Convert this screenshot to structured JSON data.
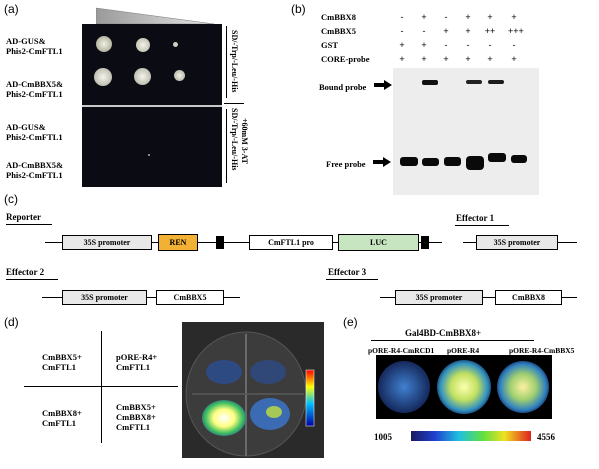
{
  "panels": {
    "a": "(a)",
    "b": "(b)",
    "c": "(c)",
    "d": "(d)",
    "e": "(e)"
  },
  "panel_a": {
    "rows": [
      {
        "label_line1": "AD-GUS&",
        "label_line2": "Phis2-CmFTL1"
      },
      {
        "label_line1": "AD-CmBBX5&",
        "label_line2": "Phis2-CmFTL1"
      },
      {
        "label_line1": "AD-GUS&",
        "label_line2": "Phis2-CmFTL1"
      },
      {
        "label_line1": "AD-CmBBX5&",
        "label_line2": "Phis2-CmFTL1"
      }
    ],
    "media_top": "SD/-Trp/-Leu/-His",
    "media_bottom_1": "SD/-Trp/-Leu/-His",
    "media_bottom_2": "+60mM 3-AT"
  },
  "panel_b": {
    "row_labels": [
      "CmBBX8",
      "CmBBX5",
      "GST",
      "CORE-probe"
    ],
    "lanes": [
      [
        "-",
        "+",
        "-",
        "+",
        "+",
        "+",
        "",
        ""
      ],
      [
        "-",
        "-",
        "+",
        "+",
        "++",
        "+++",
        "",
        ""
      ],
      [
        "+",
        "+",
        "-",
        "-",
        "-",
        "-",
        "",
        ""
      ],
      [
        "+",
        "+",
        "+",
        "+",
        "+",
        "+",
        "",
        ""
      ]
    ],
    "bound_label": "Bound probe",
    "free_label": "Free probe"
  },
  "panel_c": {
    "reporter": "Reporter",
    "effector1": "Effector 1",
    "effector2": "Effector 2",
    "effector3": "Effector 3",
    "p35s": "35S promoter",
    "ren": "REN",
    "ftl1_pro": "CmFTL1 pro",
    "luc": "LUC",
    "cmbbx5": "CmBBX5",
    "cmbbx8": "CmBBX8"
  },
  "panel_d": {
    "q1_l1": "CmBBX5+",
    "q1_l2": "CmFTL1",
    "q2_l1": "pORE-R4+",
    "q2_l2": "CmFTL1",
    "q3_l1": "CmBBX8+",
    "q3_l2": "CmFTL1",
    "q4_l1": "CmBBX5+",
    "q4_l2": "CmBBX8+",
    "q4_l3": "CmFTL1"
  },
  "panel_e": {
    "title": "Gal4BD-CmBBX8+",
    "col1": "pORE-R4-CmRCD1",
    "col2": "pORE-R4",
    "col3": "pORE-R4-CmBBX5",
    "scale_min": "1005",
    "scale_max": "4556"
  },
  "colors": {
    "ren": "#f2b134",
    "luc": "#c7e5c1",
    "grey_box": "#e8e8e8"
  }
}
